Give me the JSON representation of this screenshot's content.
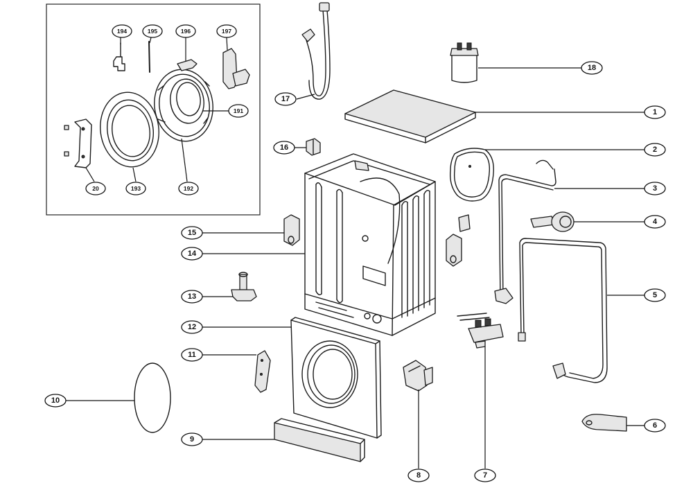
{
  "diagram": {
    "callouts": {
      "c1": "1",
      "c2": "2",
      "c3": "3",
      "c4": "4",
      "c5": "5",
      "c6": "6",
      "c7": "7",
      "c8": "8",
      "c9": "9",
      "c10": "10",
      "c11": "11",
      "c12": "12",
      "c13": "13",
      "c14": "14",
      "c15": "15",
      "c16": "16",
      "c17": "17",
      "c18": "18",
      "c20": "20",
      "c191": "191",
      "c192": "192",
      "c193": "193",
      "c194": "194",
      "c195": "195",
      "c196": "196",
      "c197": "197"
    },
    "colors": {
      "line": "#1a1a1a",
      "background": "#ffffff",
      "part_fill": "#e6e6e6"
    }
  }
}
